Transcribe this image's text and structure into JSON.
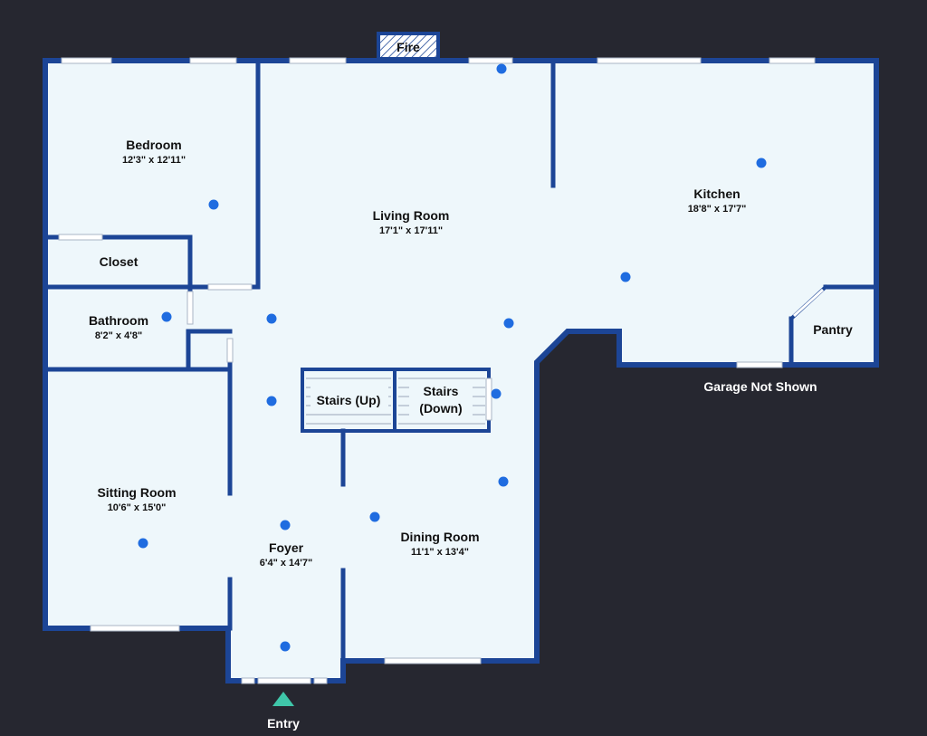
{
  "colors": {
    "background": "#262730",
    "floor": "#eef7fb",
    "wall": "#1c4596",
    "hotspot": "#1f6ce0",
    "entry_marker": "#3fc6a9"
  },
  "rooms": {
    "bedroom": {
      "name": "Bedroom",
      "dims": "12'3\" x 12'11\""
    },
    "closet": {
      "name": "Closet"
    },
    "bathroom": {
      "name": "Bathroom",
      "dims": "8'2\" x 4'8\""
    },
    "living": {
      "name": "Living Room",
      "dims": "17'1\" x 17'11\""
    },
    "kitchen": {
      "name": "Kitchen",
      "dims": "18'8\" x 17'7\""
    },
    "pantry": {
      "name": "Pantry"
    },
    "stairs_up": {
      "name": "Stairs (Up)"
    },
    "stairs_down": {
      "name_line1": "Stairs",
      "name_line2": "(Down)"
    },
    "sitting": {
      "name": "Sitting Room",
      "dims": "10'6\" x 15'0\""
    },
    "foyer": {
      "name": "Foyer",
      "dims": "6'4\" x 14'7\""
    },
    "dining": {
      "name": "Dining Room",
      "dims": "11'1\" x 13'4\""
    }
  },
  "fireplace_label": "Fire",
  "garage_note": "Garage Not Shown",
  "entry_label": "Entry",
  "hotspot_count": 14
}
